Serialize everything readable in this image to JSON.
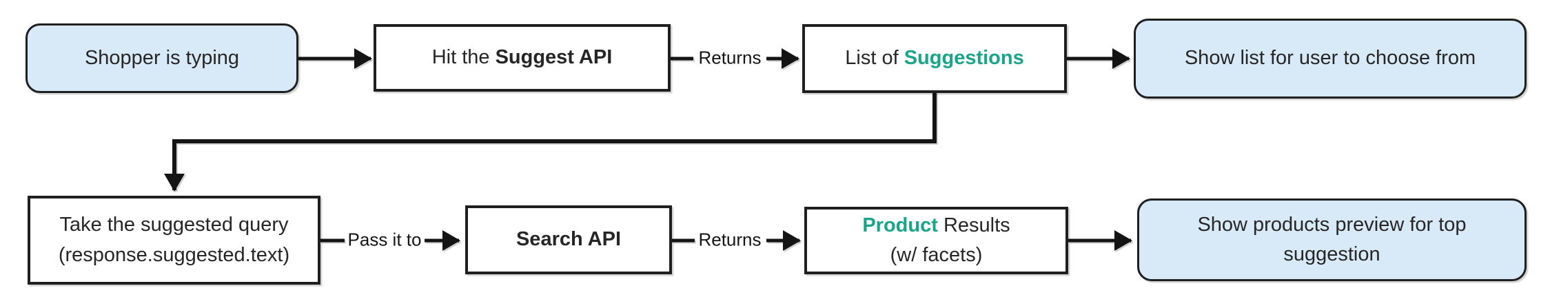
{
  "colors": {
    "terminal_fill": "#D8EAF8",
    "process_fill": "#FFFFFF",
    "border": "#1F1F1F",
    "accent_green": "#1AA489",
    "text": "#262626"
  },
  "row1": {
    "node_shopper": {
      "text": "Shopper is typing"
    },
    "node_suggest_api": {
      "prefix": "Hit the ",
      "bold": "Suggest API"
    },
    "edge_returns_label": "Returns",
    "node_suggestions": {
      "prefix": "List of ",
      "highlight": "Suggestions"
    },
    "node_show_list": {
      "text": "Show list for user to choose from"
    }
  },
  "row2": {
    "node_take_query": {
      "line1": "Take the suggested query",
      "line2": "(response.suggested.text)"
    },
    "edge_pass_label": "Pass it to",
    "node_search_api": {
      "bold": "Search API"
    },
    "edge_returns_label": "Returns",
    "node_product_results": {
      "highlight": "Product",
      "suffix": " Results",
      "line2": "(w/ facets)"
    },
    "node_show_products": {
      "text": "Show products preview for top suggestion"
    }
  }
}
